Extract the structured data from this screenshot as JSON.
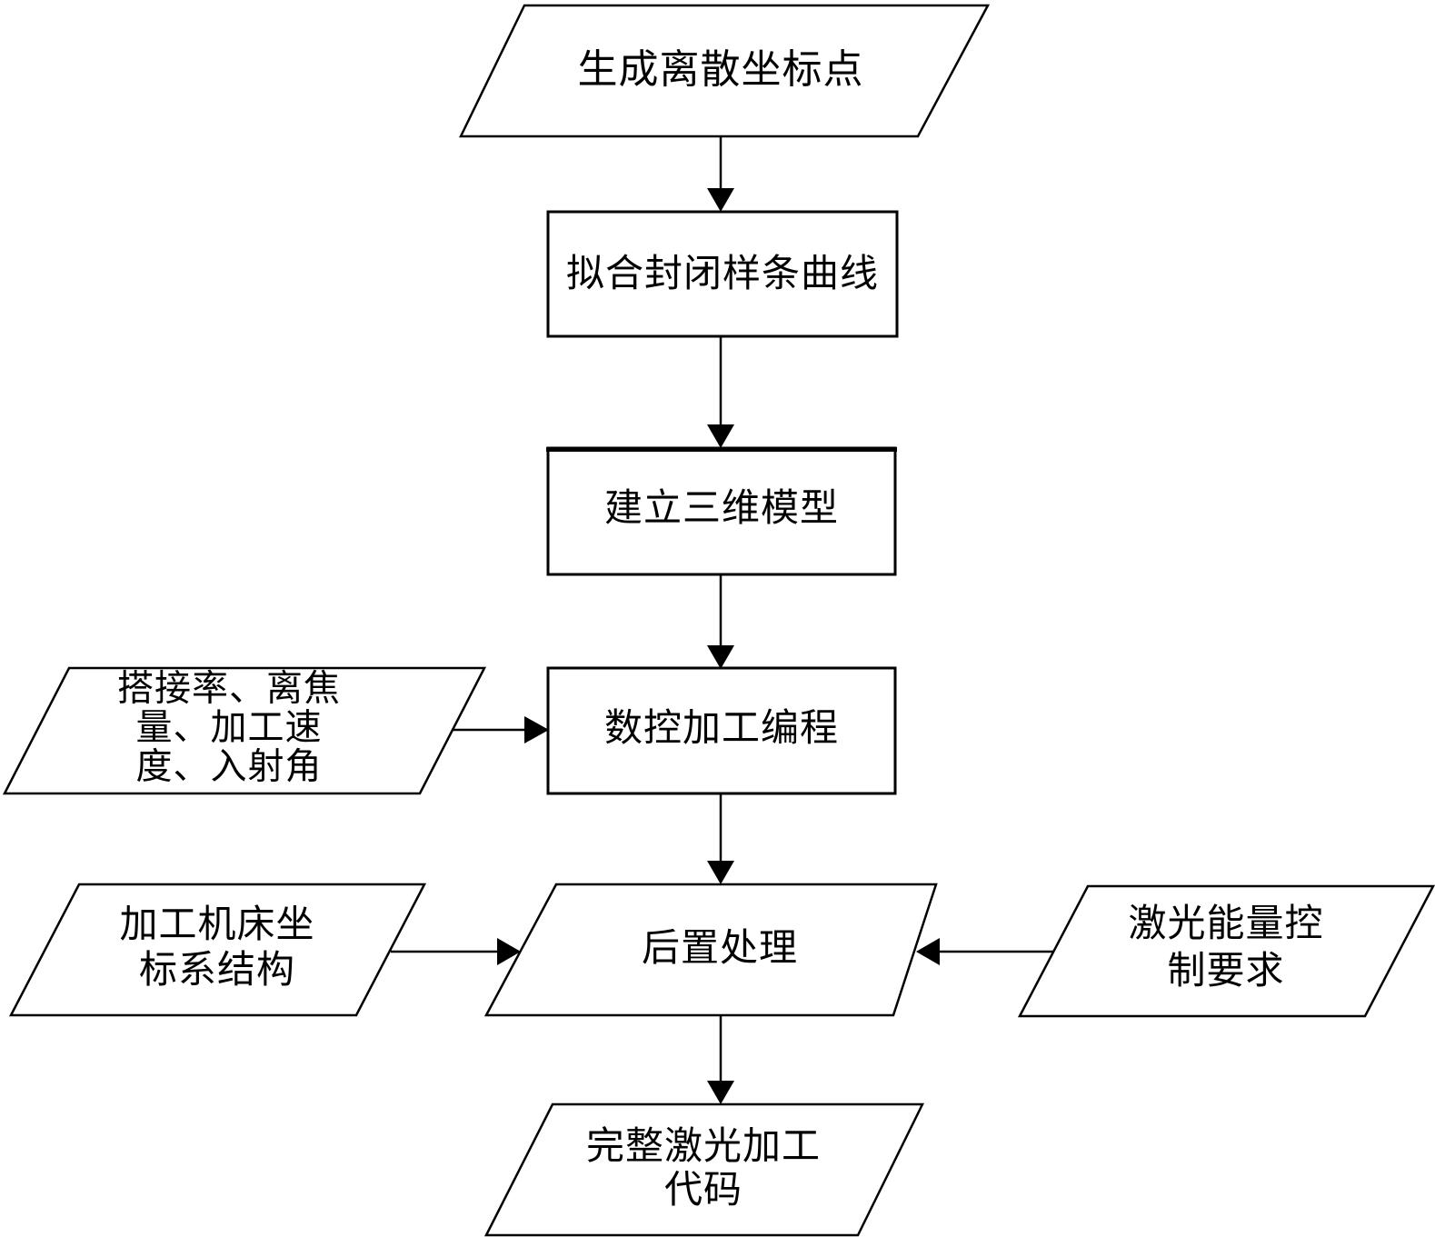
{
  "diagram": {
    "background_color": "#ffffff",
    "stroke_color": "#000000",
    "node_fill_color": "#ffffff",
    "text_color": "#000000",
    "nodes": {
      "generate_points": {
        "shape": "parallelogram",
        "label": "生成离散坐标点",
        "lines": [
          "生成离散坐标点"
        ]
      },
      "fit_spline": {
        "shape": "rectangle",
        "label": "拟合封闭样条曲线",
        "lines": [
          "拟合封闭样条曲线"
        ]
      },
      "build_model": {
        "shape": "rectangle",
        "label": "建立三维模型",
        "lines": [
          "建立三维模型"
        ]
      },
      "process_params": {
        "shape": "parallelogram",
        "label": "搭接率、离焦量、加工速度、入射角",
        "lines": [
          "搭接率、离焦",
          "量、加工速",
          "度、入射角"
        ]
      },
      "nc_programming": {
        "shape": "rectangle",
        "label": "数控加工编程",
        "lines": [
          "数控加工编程"
        ]
      },
      "machine_coords": {
        "shape": "parallelogram",
        "label": "加工机床坐标系结构",
        "lines": [
          "加工机床坐",
          "标系结构"
        ]
      },
      "post_processing": {
        "shape": "parallelogram",
        "label": "后置处理",
        "lines": [
          "后置处理"
        ]
      },
      "laser_energy": {
        "shape": "parallelogram",
        "label": "激光能量控制要求",
        "lines": [
          "激光能量控",
          "制要求"
        ]
      },
      "complete_code": {
        "shape": "parallelogram",
        "label": "完整激光加工代码",
        "lines": [
          "完整激光加工",
          "代码"
        ]
      }
    },
    "edges": [
      {
        "from": "generate_points",
        "to": "fit_spline"
      },
      {
        "from": "fit_spline",
        "to": "build_model"
      },
      {
        "from": "build_model",
        "to": "nc_programming"
      },
      {
        "from": "process_params",
        "to": "nc_programming"
      },
      {
        "from": "nc_programming",
        "to": "post_processing"
      },
      {
        "from": "machine_coords",
        "to": "post_processing"
      },
      {
        "from": "laser_energy",
        "to": "post_processing"
      },
      {
        "from": "post_processing",
        "to": "complete_code"
      }
    ]
  }
}
